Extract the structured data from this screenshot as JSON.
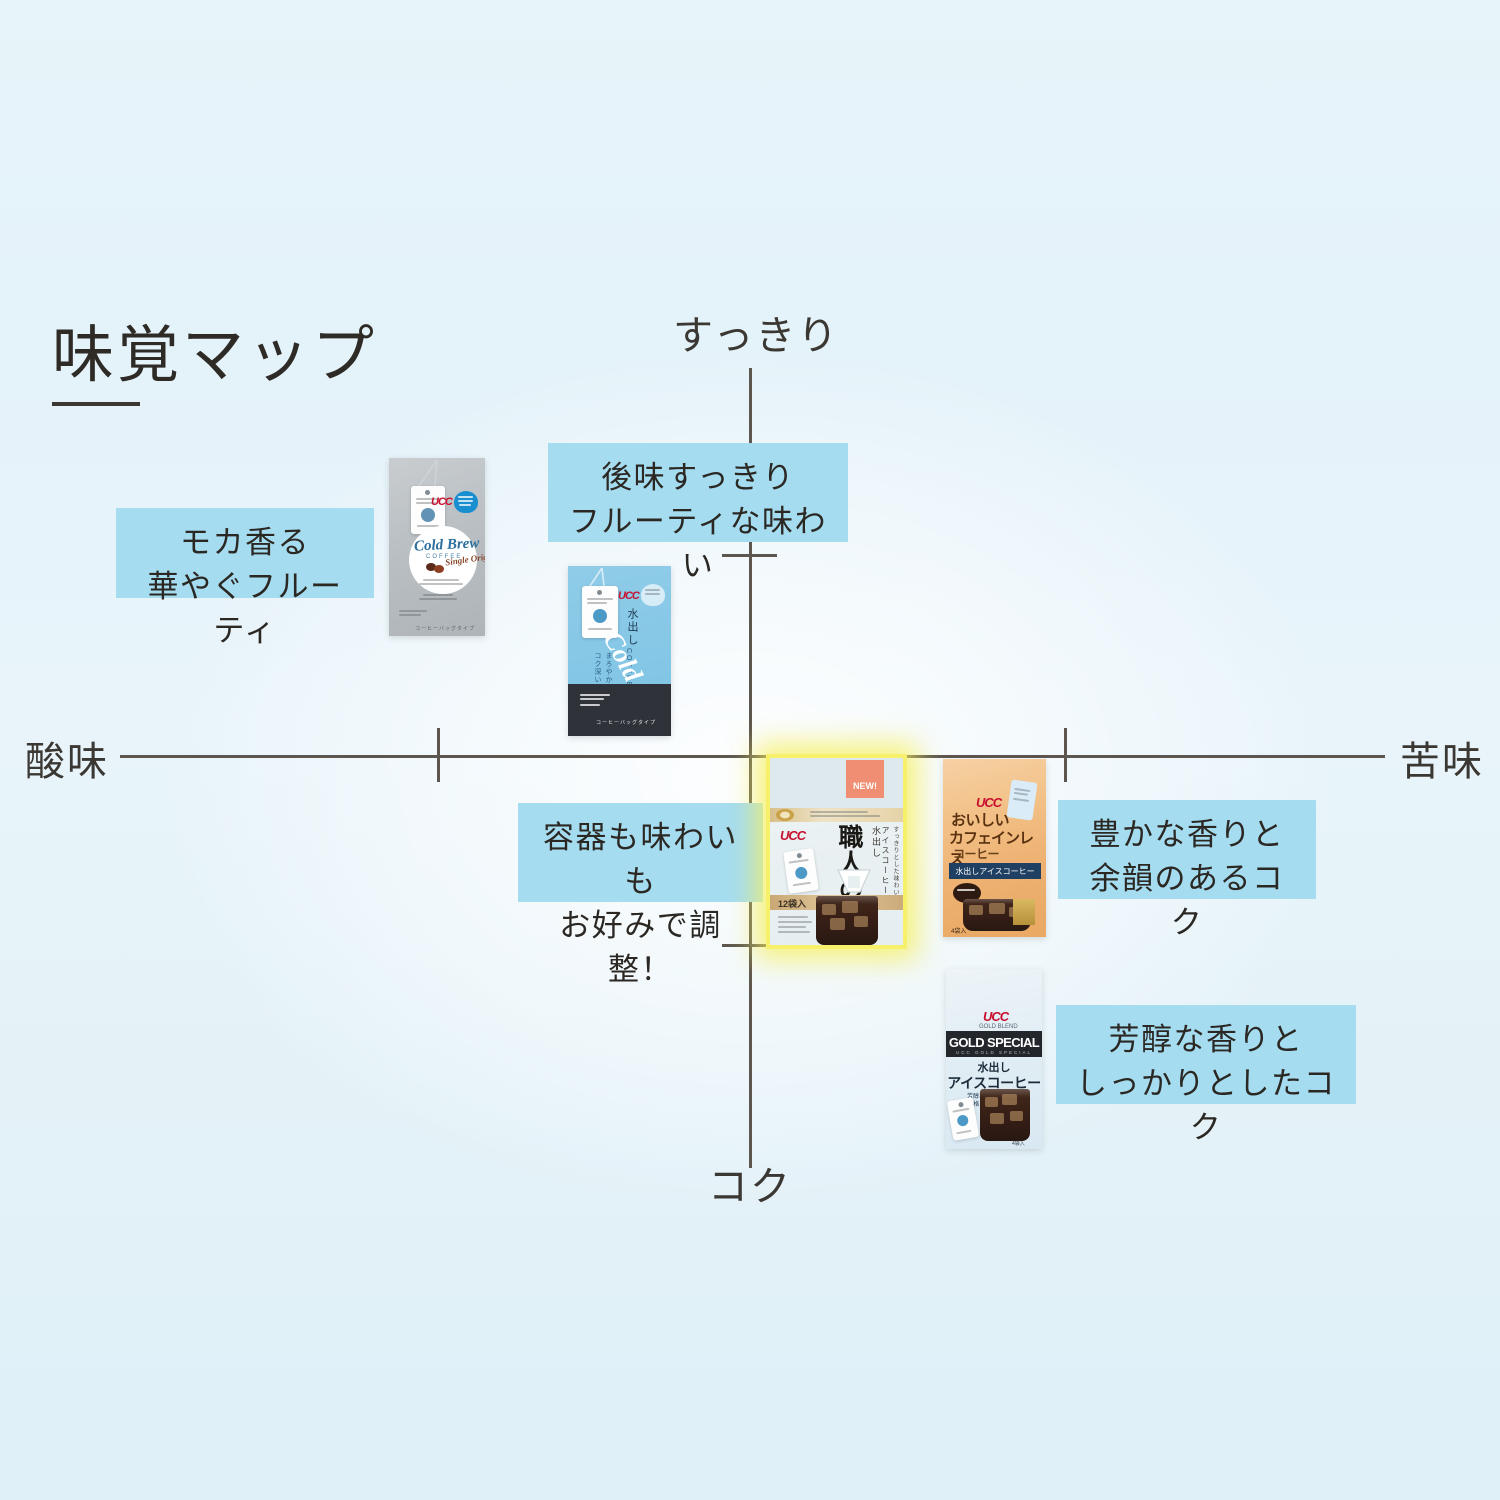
{
  "page": {
    "title": "味覚マップ",
    "background_color": "#e5f2f9",
    "accent_color": "#a5dcf0",
    "axis_color": "#5c564e",
    "highlight_color": "#f7f06a"
  },
  "chart_data": {
    "type": "scatter",
    "title": "味覚マップ",
    "xlabel_left": "酸味",
    "xlabel_right": "苦味",
    "ylabel_top": "すっきり",
    "ylabel_bottom": "コク",
    "xlim": [
      -1,
      1
    ],
    "ylim": [
      -1,
      1
    ],
    "grid": false,
    "axes": {
      "x_axis_label_left": "酸味",
      "x_axis_label_right": "苦味",
      "y_axis_label_top": "すっきり",
      "y_axis_label_bottom": "コク",
      "x_ticks": [
        -0.48,
        0.48
      ],
      "y_ticks": [
        0.47,
        -0.58
      ]
    },
    "points": [
      {
        "id": "cold-brew-single-origin",
        "product": "UCC Cold Brew COFFEE Single Origin",
        "x": -0.52,
        "y": 0.63,
        "quadrant": "酸味 / すっきり",
        "callout": "モカ香る\n華やぐフルーティ"
      },
      {
        "id": "cold-brew-mizudashi",
        "product": "UCC 水出し Cold Brew COFFEE",
        "x": -0.24,
        "y": 0.35,
        "quadrant": "酸味 / すっきり",
        "callout": "後味すっきり\nフルーティな味わい"
      },
      {
        "id": "shokunin-no-coffee",
        "product": "UCC 職人の珈琲 水出しアイスコーヒー",
        "x": 0.09,
        "y": -0.35,
        "quadrant": "苦味 / コク",
        "badge": "NEW!",
        "count": "12袋入",
        "highlighted": true,
        "callout": "容器も味わいも\nお好みで調整！"
      },
      {
        "id": "caffeineless",
        "product": "UCC おいしいカフェインレスコーヒー 水出しアイスコーヒー",
        "x": 0.33,
        "y": -0.33,
        "quadrant": "苦味 / コク",
        "callout": "豊かな香りと\n余韻のあるコク"
      },
      {
        "id": "gold-special",
        "product": "UCC GOLD SPECIAL 水出しアイスコーヒー",
        "x": 0.33,
        "y": -0.76,
        "quadrant": "苦味 / コク",
        "callout": "芳醇な香りと\nしっかりとしたコク"
      }
    ],
    "annotations": [
      {
        "id": "callout-mocha",
        "text": "モカ香る\n華やぐフルーティ",
        "x": -0.82,
        "y": 0.56
      },
      {
        "id": "callout-fruity",
        "text": "後味すっきり\nフルーティな味わい",
        "x": -0.13,
        "y": 0.72
      },
      {
        "id": "callout-adjustable",
        "text": "容器も味わいも\nお好みで調整！",
        "x": -0.22,
        "y": -0.28
      },
      {
        "id": "callout-rich-aroma",
        "text": "豊かな香りと\n余韻のあるコク",
        "x": 0.53,
        "y": -0.29
      },
      {
        "id": "callout-mellow",
        "text": "芳醇な香りと\nしっかりとしたコク",
        "x": 0.55,
        "y": -0.75
      }
    ]
  },
  "callouts": {
    "mocha": "モカ香る\n華やぐフルーティ",
    "fruity": "後味すっきり\nフルーティな味わい",
    "adjustable": "容器も味わいも\nお好みで調整！",
    "rich_aroma": "豊かな香りと\n余韻のあるコク",
    "mellow": "芳醇な香りと\nしっかりとしたコク"
  },
  "products": {
    "cold_brew_single": {
      "brand": "UCC",
      "name": "Cold Brew",
      "sub": "COFFEE",
      "variant": "Single Origin",
      "footer": "コーヒーバッグタイプ"
    },
    "cold_brew_mizudashi": {
      "brand": "UCC",
      "name": "Cold Brew",
      "sub": "COFFEE",
      "vertical": "水出し",
      "footer": "コーヒーバッグタイプ"
    },
    "shokunin": {
      "brand": "UCC",
      "badge": "NEW!",
      "name": "職人の珈琲",
      "vertical_right": "水出しアイスコーヒー",
      "count": "12袋入"
    },
    "caffeineless": {
      "brand": "UCC",
      "name": "おいしいカフェインレスコーヒー",
      "band": "水出しアイスコーヒー",
      "count": "4袋入"
    },
    "gold_special": {
      "brand": "UCC",
      "name": "GOLD SPECIAL",
      "sub": "水出しアイスコーヒー",
      "tagline": "芳醇な香りとコクの本格アイスコーヒー"
    }
  }
}
